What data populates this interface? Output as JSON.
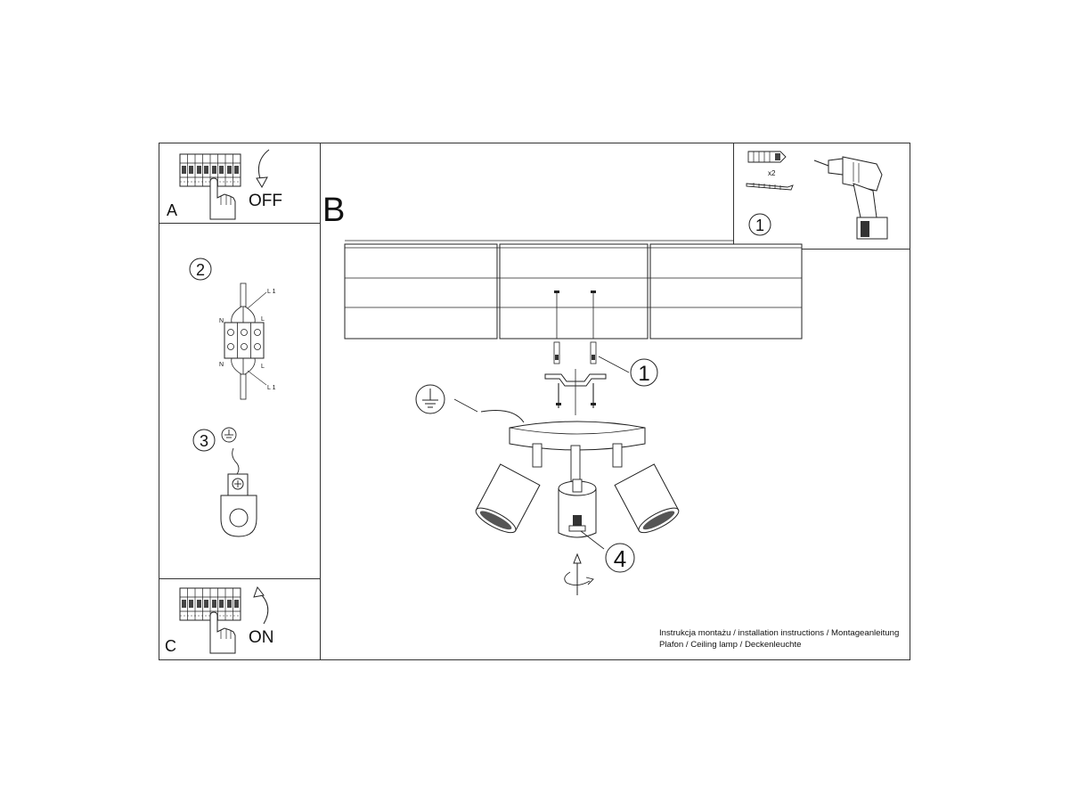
{
  "panels": {
    "a": {
      "letter": "A",
      "switch_label": "OFF"
    },
    "c": {
      "letter": "C",
      "switch_label": "ON"
    },
    "b": {
      "letter": "B"
    }
  },
  "steps": {
    "anchors": {
      "number": "1",
      "multiplier": "x2"
    },
    "wiring": {
      "number": "2",
      "terminals": {
        "neutral_top": "N",
        "neutral_bottom": "N",
        "live_top_right": "L",
        "live_bottom_right": "L",
        "line_top": "L 1",
        "line_bottom": "L 1"
      }
    },
    "earth": {
      "number": "3"
    },
    "mount": {
      "number": "1"
    },
    "screw": {
      "number": "4"
    }
  },
  "caption": {
    "line1": "Instrukcja montażu / installation instructions / Montageanleitung",
    "line2": "Plafon / Ceiling lamp / Deckenleuchte"
  }
}
